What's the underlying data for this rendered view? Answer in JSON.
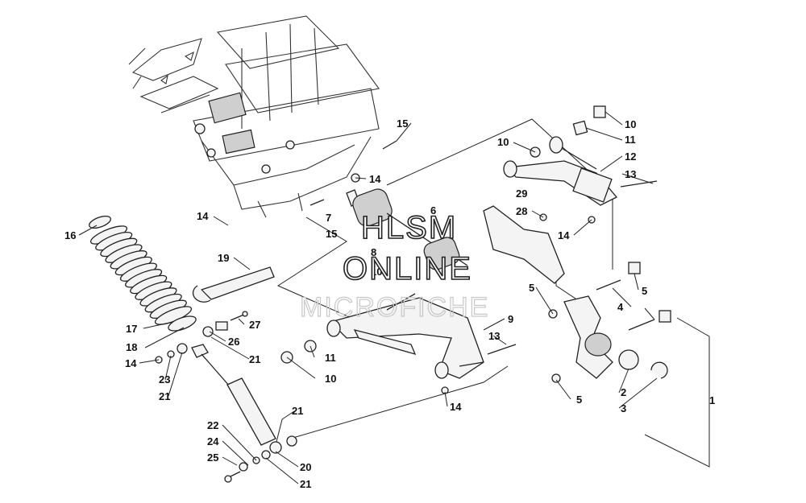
{
  "watermark": {
    "line1": "HLSM",
    "line2": "ONLINE",
    "line3": "MICROFICHE"
  },
  "labels": [
    {
      "id": "15a",
      "text": "15"
    },
    {
      "id": "10a",
      "text": "10"
    },
    {
      "id": "11a",
      "text": "11"
    },
    {
      "id": "10b",
      "text": "10"
    },
    {
      "id": "12",
      "text": "12"
    },
    {
      "id": "13a",
      "text": "13"
    },
    {
      "id": "14a",
      "text": "14"
    },
    {
      "id": "14b",
      "text": "14"
    },
    {
      "id": "6",
      "text": "6"
    },
    {
      "id": "7",
      "text": "7"
    },
    {
      "id": "15b",
      "text": "15"
    },
    {
      "id": "29",
      "text": "29"
    },
    {
      "id": "28",
      "text": "28"
    },
    {
      "id": "14c",
      "text": "14"
    },
    {
      "id": "16",
      "text": "16"
    },
    {
      "id": "19",
      "text": "19"
    },
    {
      "id": "8",
      "text": "8"
    },
    {
      "id": "10c",
      "text": "10"
    },
    {
      "id": "5a",
      "text": "5"
    },
    {
      "id": "5b",
      "text": "5"
    },
    {
      "id": "4",
      "text": "4"
    },
    {
      "id": "17",
      "text": "17"
    },
    {
      "id": "27",
      "text": "27"
    },
    {
      "id": "9",
      "text": "9"
    },
    {
      "id": "18",
      "text": "18"
    },
    {
      "id": "26",
      "text": "26"
    },
    {
      "id": "13b",
      "text": "13"
    },
    {
      "id": "14d",
      "text": "14"
    },
    {
      "id": "21a",
      "text": "21"
    },
    {
      "id": "11b",
      "text": "11"
    },
    {
      "id": "23",
      "text": "23"
    },
    {
      "id": "10d",
      "text": "10"
    },
    {
      "id": "21b",
      "text": "21"
    },
    {
      "id": "2",
      "text": "2"
    },
    {
      "id": "1",
      "text": "1"
    },
    {
      "id": "5c",
      "text": "5"
    },
    {
      "id": "14e",
      "text": "14"
    },
    {
      "id": "3",
      "text": "3"
    },
    {
      "id": "21c",
      "text": "21"
    },
    {
      "id": "22",
      "text": "22"
    },
    {
      "id": "24",
      "text": "24"
    },
    {
      "id": "25",
      "text": "25"
    },
    {
      "id": "20",
      "text": "20"
    },
    {
      "id": "21d",
      "text": "21"
    }
  ]
}
